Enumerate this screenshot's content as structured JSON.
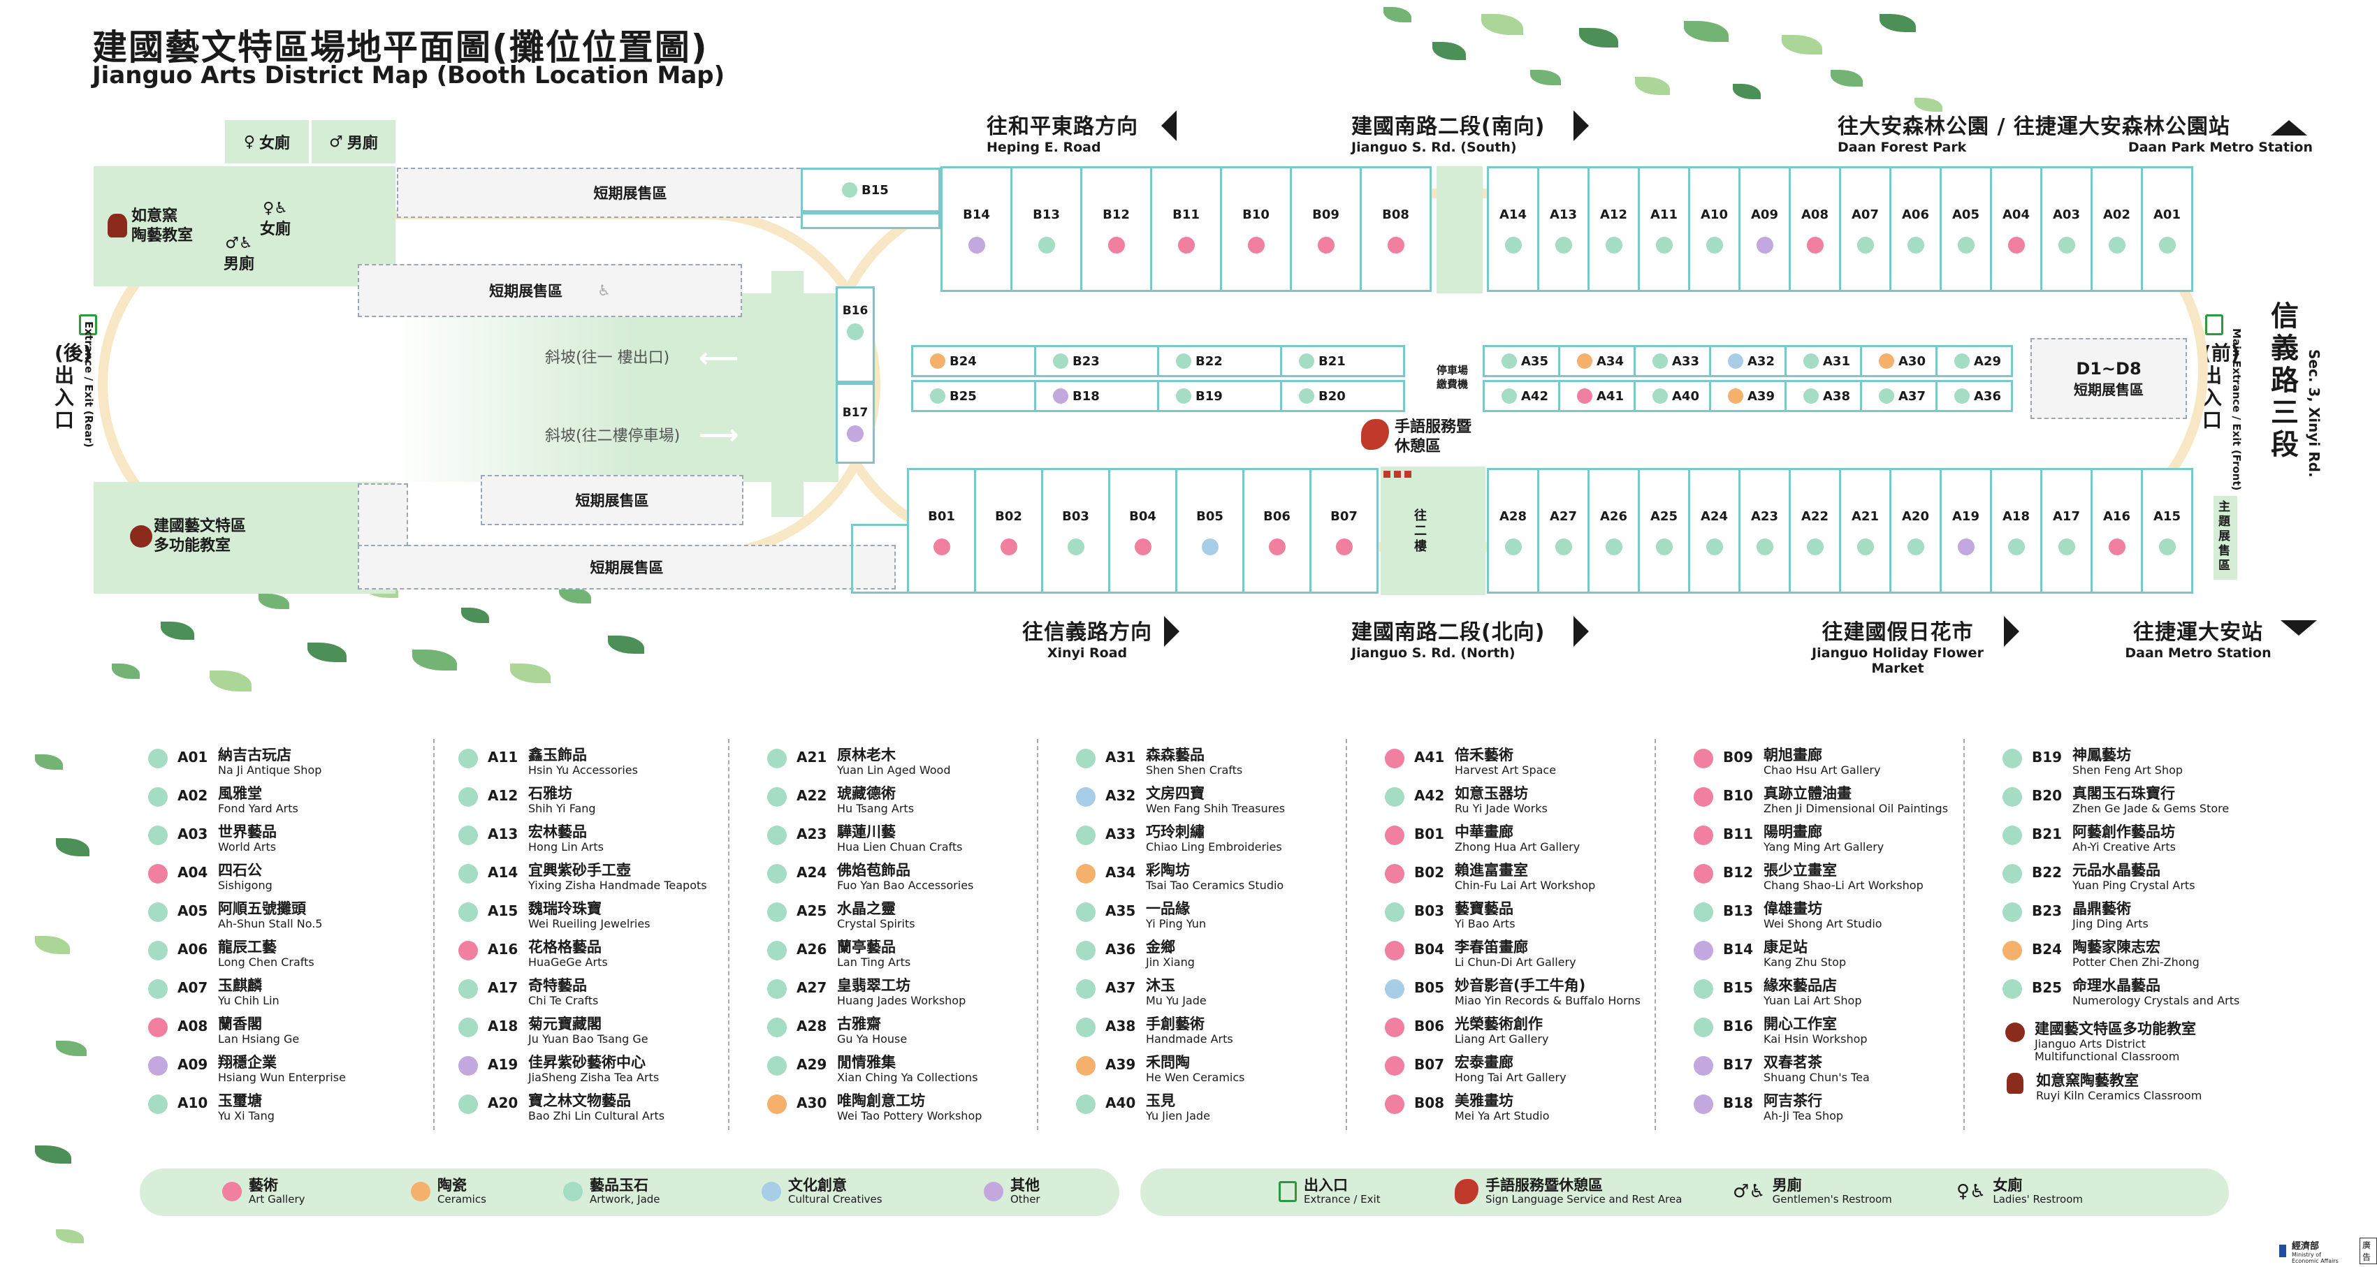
{
  "header": {
    "title": "建國藝文特區場地平面圖(攤位位置圖)",
    "subtitle": "Jianguo Arts District Map (Booth Location Map)"
  },
  "colors": {
    "art": "#f07fa0",
    "ceramics": "#f5b06c",
    "artwork_jade": "#a4dcc4",
    "cultural": "#a8cde6",
    "other": "#c2a8de",
    "booth_border": "#7cc7cc",
    "green_area": "#d5ecd5"
  },
  "directions": {
    "heping": {
      "zh": "往和平東路方向",
      "en": "Heping E. Road"
    },
    "jianguo_south": {
      "zh": "建國南路二段(南向)",
      "en": "Jianguo S. Rd. (South)"
    },
    "daan_park": {
      "zh": "往大安森林公園 / 往捷運大安森林公園站",
      "en1": "Daan Forest Park",
      "en2": "Daan Park Metro Station"
    },
    "xinyi_road": {
      "zh": "往信義路方向",
      "en": "Xinyi Road"
    },
    "jianguo_north": {
      "zh": "建國南路二段(北向)",
      "en": "Jianguo S. Rd. (North)"
    },
    "holiday_flower": {
      "zh": "往建國假日花市",
      "en": "Jianguo Holiday Flower Market"
    },
    "daan_metro": {
      "zh": "往捷運大安站",
      "en": "Daan  Metro Station"
    },
    "xinyi_rd_sec3": {
      "zh": "信義路三段",
      "en": "Sec. 3, Xinyi Rd."
    },
    "front_exit": {
      "zh": "(前)出入口",
      "en": "Main Extrance / Exit (Front)"
    },
    "rear_exit": {
      "zh": "(後)出入口",
      "en": "Extrance / Exit (Rear)"
    }
  },
  "map": {
    "female_restroom": "女廁",
    "male_restroom": "男廁",
    "female_restroom2": "女廁",
    "male_restroom2": "男廁",
    "ruyi_kiln": "如意窯\n陶藝教室",
    "multi_classroom": "建國藝文特區\n多功能教室",
    "short_term_1": "短期展售區",
    "short_term_2": "短期展售區",
    "short_term_3": "短期展售區",
    "short_term_4": "短期展售區",
    "ramp_1f": "斜坡(往一 樓出口)",
    "ramp_b2": "斜坡(往二樓停車場)",
    "parking_fee": "停車場\n繳費機",
    "sign_service": "手語服務暨\n休憩區",
    "d_zone_title": "D1~D8",
    "d_zone_sub": "短期展售區",
    "theme_zone": "主題展售區",
    "stairs": "往二樓"
  },
  "booths_top_b": [
    {
      "id": "B14",
      "cat": "other"
    },
    {
      "id": "B13",
      "cat": "artwork_jade"
    },
    {
      "id": "B12",
      "cat": "art"
    },
    {
      "id": "B11",
      "cat": "art"
    },
    {
      "id": "B10",
      "cat": "art"
    },
    {
      "id": "B09",
      "cat": "art"
    },
    {
      "id": "B08",
      "cat": "art"
    }
  ],
  "booths_top_a": [
    {
      "id": "A14",
      "cat": "artwork_jade"
    },
    {
      "id": "A13",
      "cat": "artwork_jade"
    },
    {
      "id": "A12",
      "cat": "artwork_jade"
    },
    {
      "id": "A11",
      "cat": "artwork_jade"
    },
    {
      "id": "A10",
      "cat": "artwork_jade"
    },
    {
      "id": "A09",
      "cat": "other"
    },
    {
      "id": "A08",
      "cat": "art"
    },
    {
      "id": "A07",
      "cat": "artwork_jade"
    },
    {
      "id": "A06",
      "cat": "artwork_jade"
    },
    {
      "id": "A05",
      "cat": "artwork_jade"
    },
    {
      "id": "A04",
      "cat": "art"
    },
    {
      "id": "A03",
      "cat": "artwork_jade"
    },
    {
      "id": "A02",
      "cat": "artwork_jade"
    },
    {
      "id": "A01",
      "cat": "artwork_jade"
    }
  ],
  "booths_bottom_b": [
    {
      "id": "B01",
      "cat": "art"
    },
    {
      "id": "B02",
      "cat": "art"
    },
    {
      "id": "B03",
      "cat": "artwork_jade"
    },
    {
      "id": "B04",
      "cat": "art"
    },
    {
      "id": "B05",
      "cat": "cultural"
    },
    {
      "id": "B06",
      "cat": "art"
    },
    {
      "id": "B07",
      "cat": "art"
    }
  ],
  "booths_bottom_a": [
    {
      "id": "A28",
      "cat": "artwork_jade"
    },
    {
      "id": "A27",
      "cat": "artwork_jade"
    },
    {
      "id": "A26",
      "cat": "artwork_jade"
    },
    {
      "id": "A25",
      "cat": "artwork_jade"
    },
    {
      "id": "A24",
      "cat": "artwork_jade"
    },
    {
      "id": "A23",
      "cat": "artwork_jade"
    },
    {
      "id": "A22",
      "cat": "artwork_jade"
    },
    {
      "id": "A21",
      "cat": "artwork_jade"
    },
    {
      "id": "A20",
      "cat": "artwork_jade"
    },
    {
      "id": "A19",
      "cat": "other"
    },
    {
      "id": "A18",
      "cat": "artwork_jade"
    },
    {
      "id": "A17",
      "cat": "artwork_jade"
    },
    {
      "id": "A16",
      "cat": "art"
    },
    {
      "id": "A15",
      "cat": "artwork_jade"
    }
  ],
  "booths_mid_b_top": [
    {
      "id": "B24",
      "cat": "ceramics"
    },
    {
      "id": "B23",
      "cat": "artwork_jade"
    },
    {
      "id": "B22",
      "cat": "artwork_jade"
    },
    {
      "id": "B21",
      "cat": "artwork_jade"
    }
  ],
  "booths_mid_b_bottom": [
    {
      "id": "B25",
      "cat": "artwork_jade"
    },
    {
      "id": "B18",
      "cat": "other"
    },
    {
      "id": "B19",
      "cat": "artwork_jade"
    },
    {
      "id": "B20",
      "cat": "artwork_jade"
    }
  ],
  "booths_mid_a_top": [
    {
      "id": "A35",
      "cat": "artwork_jade"
    },
    {
      "id": "A34",
      "cat": "ceramics"
    },
    {
      "id": "A33",
      "cat": "artwork_jade"
    },
    {
      "id": "A32",
      "cat": "cultural"
    },
    {
      "id": "A31",
      "cat": "artwork_jade"
    },
    {
      "id": "A30",
      "cat": "ceramics"
    },
    {
      "id": "A29",
      "cat": "artwork_jade"
    }
  ],
  "booths_mid_a_bottom": [
    {
      "id": "A42",
      "cat": "artwork_jade"
    },
    {
      "id": "A41",
      "cat": "art"
    },
    {
      "id": "A40",
      "cat": "artwork_jade"
    },
    {
      "id": "A39",
      "cat": "ceramics"
    },
    {
      "id": "A38",
      "cat": "artwork_jade"
    },
    {
      "id": "A37",
      "cat": "artwork_jade"
    },
    {
      "id": "A36",
      "cat": "artwork_jade"
    }
  ],
  "booth_b15": {
    "id": "B15",
    "cat": "artwork_jade"
  },
  "booth_b16": {
    "id": "B16",
    "cat": "artwork_jade"
  },
  "booth_b17": {
    "id": "B17",
    "cat": "other"
  },
  "legend_columns": [
    [
      {
        "code": "A01",
        "cat": "artwork_jade",
        "zh": "納吉古玩店",
        "en": "Na Ji Antique Shop"
      },
      {
        "code": "A02",
        "cat": "artwork_jade",
        "zh": "風雅堂",
        "en": "Fond Yard Arts"
      },
      {
        "code": "A03",
        "cat": "artwork_jade",
        "zh": "世界藝品",
        "en": "World Arts"
      },
      {
        "code": "A04",
        "cat": "art",
        "zh": "四石公",
        "en": "Sishigong"
      },
      {
        "code": "A05",
        "cat": "artwork_jade",
        "zh": "阿順五號攤頭",
        "en": "Ah-Shun Stall No.5"
      },
      {
        "code": "A06",
        "cat": "artwork_jade",
        "zh": "龍辰工藝",
        "en": "Long Chen Crafts"
      },
      {
        "code": "A07",
        "cat": "artwork_jade",
        "zh": "玉麒麟",
        "en": "Yu Chih Lin"
      },
      {
        "code": "A08",
        "cat": "art",
        "zh": "蘭香閣",
        "en": "Lan Hsiang Ge"
      },
      {
        "code": "A09",
        "cat": "other",
        "zh": "翔穩企業",
        "en": "Hsiang Wun Enterprise"
      },
      {
        "code": "A10",
        "cat": "artwork_jade",
        "zh": "玉璽塘",
        "en": "Yu Xi Tang"
      }
    ],
    [
      {
        "code": "A11",
        "cat": "artwork_jade",
        "zh": "鑫玉飾品",
        "en": "Hsin Yu Accessories"
      },
      {
        "code": "A12",
        "cat": "artwork_jade",
        "zh": "石雅坊",
        "en": "Shih Yi Fang"
      },
      {
        "code": "A13",
        "cat": "artwork_jade",
        "zh": "宏林藝品",
        "en": "Hong Lin Arts"
      },
      {
        "code": "A14",
        "cat": "artwork_jade",
        "zh": "宜興紫砂手工壺",
        "en": "Yixing Zisha Handmade Teapots"
      },
      {
        "code": "A15",
        "cat": "artwork_jade",
        "zh": "魏瑞玲珠寶",
        "en": "Wei Rueiling Jewelries"
      },
      {
        "code": "A16",
        "cat": "art",
        "zh": "花格格藝品",
        "en": "HuaGeGe Arts"
      },
      {
        "code": "A17",
        "cat": "artwork_jade",
        "zh": "奇特藝品",
        "en": "Chi Te Crafts"
      },
      {
        "code": "A18",
        "cat": "artwork_jade",
        "zh": "菊元寶藏閣",
        "en": "Ju Yuan Bao Tsang Ge"
      },
      {
        "code": "A19",
        "cat": "other",
        "zh": "佳昇紫砂藝術中心",
        "en": "JiaSheng Zisha Tea Arts"
      },
      {
        "code": "A20",
        "cat": "artwork_jade",
        "zh": "寶之林文物藝品",
        "en": "Bao Zhi Lin Cultural Arts"
      }
    ],
    [
      {
        "code": "A21",
        "cat": "artwork_jade",
        "zh": "原林老木",
        "en": "Yuan Lin Aged Wood"
      },
      {
        "code": "A22",
        "cat": "artwork_jade",
        "zh": "琥藏德術",
        "en": "Hu Tsang Arts"
      },
      {
        "code": "A23",
        "cat": "artwork_jade",
        "zh": "驊蓮川藝",
        "en": "Hua Lien Chuan Crafts"
      },
      {
        "code": "A24",
        "cat": "artwork_jade",
        "zh": "佛焰苞飾品",
        "en": "Fuo Yan Bao Accessories"
      },
      {
        "code": "A25",
        "cat": "artwork_jade",
        "zh": "水晶之靈",
        "en": "Crystal Spirits"
      },
      {
        "code": "A26",
        "cat": "artwork_jade",
        "zh": "蘭亭藝品",
        "en": "Lan Ting Arts"
      },
      {
        "code": "A27",
        "cat": "artwork_jade",
        "zh": "皇翡翠工坊",
        "en": "Huang Jades Workshop"
      },
      {
        "code": "A28",
        "cat": "artwork_jade",
        "zh": "古雅齋",
        "en": "Gu Ya House"
      },
      {
        "code": "A29",
        "cat": "artwork_jade",
        "zh": "閒情雅集",
        "en": "Xian Ching Ya Collections"
      },
      {
        "code": "A30",
        "cat": "ceramics",
        "zh": "唯陶創意工坊",
        "en": "Wei Tao Pottery Workshop"
      }
    ],
    [
      {
        "code": "A31",
        "cat": "artwork_jade",
        "zh": "森森藝品",
        "en": "Shen Shen Crafts"
      },
      {
        "code": "A32",
        "cat": "cultural",
        "zh": "文房四寶",
        "en": "Wen Fang Shih Treasures"
      },
      {
        "code": "A33",
        "cat": "artwork_jade",
        "zh": "巧玲刺繡",
        "en": "Chiao Ling Embroideries"
      },
      {
        "code": "A34",
        "cat": "ceramics",
        "zh": "彩陶坊",
        "en": "Tsai Tao Ceramics Studio"
      },
      {
        "code": "A35",
        "cat": "artwork_jade",
        "zh": "一品緣",
        "en": "Yi Ping Yun"
      },
      {
        "code": "A36",
        "cat": "artwork_jade",
        "zh": "金鄉",
        "en": "Jin Xiang"
      },
      {
        "code": "A37",
        "cat": "artwork_jade",
        "zh": "沐玉",
        "en": "Mu Yu Jade"
      },
      {
        "code": "A38",
        "cat": "artwork_jade",
        "zh": "手創藝術",
        "en": "Handmade Arts"
      },
      {
        "code": "A39",
        "cat": "ceramics",
        "zh": "禾問陶",
        "en": "He Wen Ceramics"
      },
      {
        "code": "A40",
        "cat": "artwork_jade",
        "zh": "玉見",
        "en": "Yu Jien Jade"
      }
    ],
    [
      {
        "code": "A41",
        "cat": "art",
        "zh": "倍禾藝術",
        "en": "Harvest Art Space"
      },
      {
        "code": "A42",
        "cat": "artwork_jade",
        "zh": "如意玉器坊",
        "en": "Ru Yi Jade Works"
      },
      {
        "code": "B01",
        "cat": "art",
        "zh": "中華畫廊",
        "en": "Zhong Hua Art Gallery"
      },
      {
        "code": "B02",
        "cat": "art",
        "zh": "賴進富畫室",
        "en": "Chin-Fu Lai  Art Workshop"
      },
      {
        "code": "B03",
        "cat": "artwork_jade",
        "zh": "藝寶藝品",
        "en": "Yi Bao Arts"
      },
      {
        "code": "B04",
        "cat": "art",
        "zh": "李春笛畫廊",
        "en": "Li Chun-Di Art Gallery"
      },
      {
        "code": "B05",
        "cat": "cultural",
        "zh": "妙音影音(手工牛角)",
        "en": "Miao Yin Records & Buffalo Horns"
      },
      {
        "code": "B06",
        "cat": "art",
        "zh": "光榮藝術創作",
        "en": "Liang Art Gallery"
      },
      {
        "code": "B07",
        "cat": "art",
        "zh": "宏泰畫廊",
        "en": "Hong Tai Art Gallery"
      },
      {
        "code": "B08",
        "cat": "art",
        "zh": "美雅畫坊",
        "en": "Mei Ya Art Studio"
      }
    ],
    [
      {
        "code": "B09",
        "cat": "art",
        "zh": "朝旭畫廊",
        "en": "Chao Hsu Art Gallery"
      },
      {
        "code": "B10",
        "cat": "art",
        "zh": "真跡立體油畫",
        "en": "Zhen Ji Dimensional Oil Paintings"
      },
      {
        "code": "B11",
        "cat": "art",
        "zh": "陽明畫廊",
        "en": "Yang Ming Art Gallery"
      },
      {
        "code": "B12",
        "cat": "art",
        "zh": "張少立畫室",
        "en": "Chang Shao-Li Art Workshop"
      },
      {
        "code": "B13",
        "cat": "artwork_jade",
        "zh": "偉雄畫坊",
        "en": "Wei Shong Art Studio"
      },
      {
        "code": "B14",
        "cat": "other",
        "zh": "康足站",
        "en": "Kang Zhu Stop"
      },
      {
        "code": "B15",
        "cat": "artwork_jade",
        "zh": "緣來藝品店",
        "en": "Yuan Lai Art Shop"
      },
      {
        "code": "B16",
        "cat": "artwork_jade",
        "zh": "開心工作室",
        "en": "Kai Hsin Workshop"
      },
      {
        "code": "B17",
        "cat": "other",
        "zh": "双春茗茶",
        "en": "Shuang Chun's Tea"
      },
      {
        "code": "B18",
        "cat": "other",
        "zh": "阿吉茶行",
        "en": "Ah-Ji Tea Shop"
      }
    ],
    [
      {
        "code": "B19",
        "cat": "artwork_jade",
        "zh": "神鳳藝坊",
        "en": "Shen Feng Art Shop"
      },
      {
        "code": "B20",
        "cat": "artwork_jade",
        "zh": "真閣玉石珠寶行",
        "en": "Zhen Ge Jade & Gems Store"
      },
      {
        "code": "B21",
        "cat": "artwork_jade",
        "zh": "阿藝創作藝品坊",
        "en": "Ah-Yi Creative Arts"
      },
      {
        "code": "B22",
        "cat": "artwork_jade",
        "zh": "元品水晶藝品",
        "en": "Yuan Ping Crystal Arts"
      },
      {
        "code": "B23",
        "cat": "artwork_jade",
        "zh": "晶鼎藝術",
        "en": "Jing Ding Arts"
      },
      {
        "code": "B24",
        "cat": "ceramics",
        "zh": "陶藝家陳志宏",
        "en": "Potter Chen Zhi-Zhong"
      },
      {
        "code": "B25",
        "cat": "artwork_jade",
        "zh": "命理水晶藝品",
        "en": "Numerology Crystals and Arts"
      }
    ]
  ],
  "legend_extra": {
    "classroom_zh": "建國藝文特區多功能教室",
    "classroom_en1": "Jianguo Arts District",
    "classroom_en2": "Multifunctional Classroom",
    "kiln_zh": "如意窯陶藝教室",
    "kiln_en": "Ruyi Kiln Ceramics Classroom"
  },
  "category_legend": [
    {
      "cat": "art",
      "zh": "藝術",
      "en": "Art Gallery"
    },
    {
      "cat": "ceramics",
      "zh": "陶瓷",
      "en": "Ceramics"
    },
    {
      "cat": "artwork_jade",
      "zh": "藝品玉石",
      "en": "Artwork, Jade"
    },
    {
      "cat": "cultural",
      "zh": "文化創意",
      "en": "Cultural Creatives"
    },
    {
      "cat": "other",
      "zh": "其他",
      "en": "Other"
    }
  ],
  "facility_legend": {
    "exit": {
      "zh": "出入口",
      "en": "Extrance / Exit"
    },
    "sign": {
      "zh": "手語服務暨休憩區",
      "en": "Sign Language Service and Rest Area"
    },
    "male": {
      "zh": "男廁",
      "en": "Gentlemen's Restroom"
    },
    "female": {
      "zh": "女廁",
      "en": "Ladies' Restroom"
    }
  },
  "footer": {
    "ministry": "經濟部",
    "ministry_en": "Ministry of Economic Affairs",
    "ad": "廣告"
  }
}
